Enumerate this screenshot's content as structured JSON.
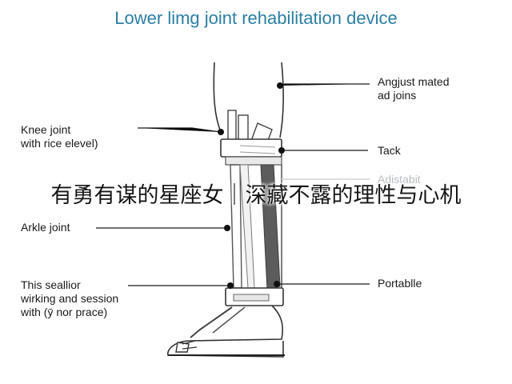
{
  "title": "Lower limg joint rehabilitation device",
  "labels": {
    "knee_joint": [
      "Knee joint",
      "with rice elevel)"
    ],
    "ankle_joint": [
      "Arkle joint"
    ],
    "sealler": [
      "This seallior",
      "wirking and session",
      "with (ȳ nor prace)"
    ],
    "adjust_mated": [
      "Angjust mated",
      "ad joins"
    ],
    "tack": [
      "Tack"
    ],
    "adjustable": [
      "Adistabit"
    ],
    "portable": [
      "Portablle"
    ]
  },
  "overlay_text": "有勇有谋的星座女｜深藏不露的理性与心机",
  "colors": {
    "title": "#2b7fa4",
    "frame": "#4a4a4a",
    "dark_strut": "#5c5c5c",
    "line": "#1a1a1a"
  },
  "icons": [
    "leg-outline",
    "knee-brace",
    "ankle-brace",
    "shoe"
  ]
}
